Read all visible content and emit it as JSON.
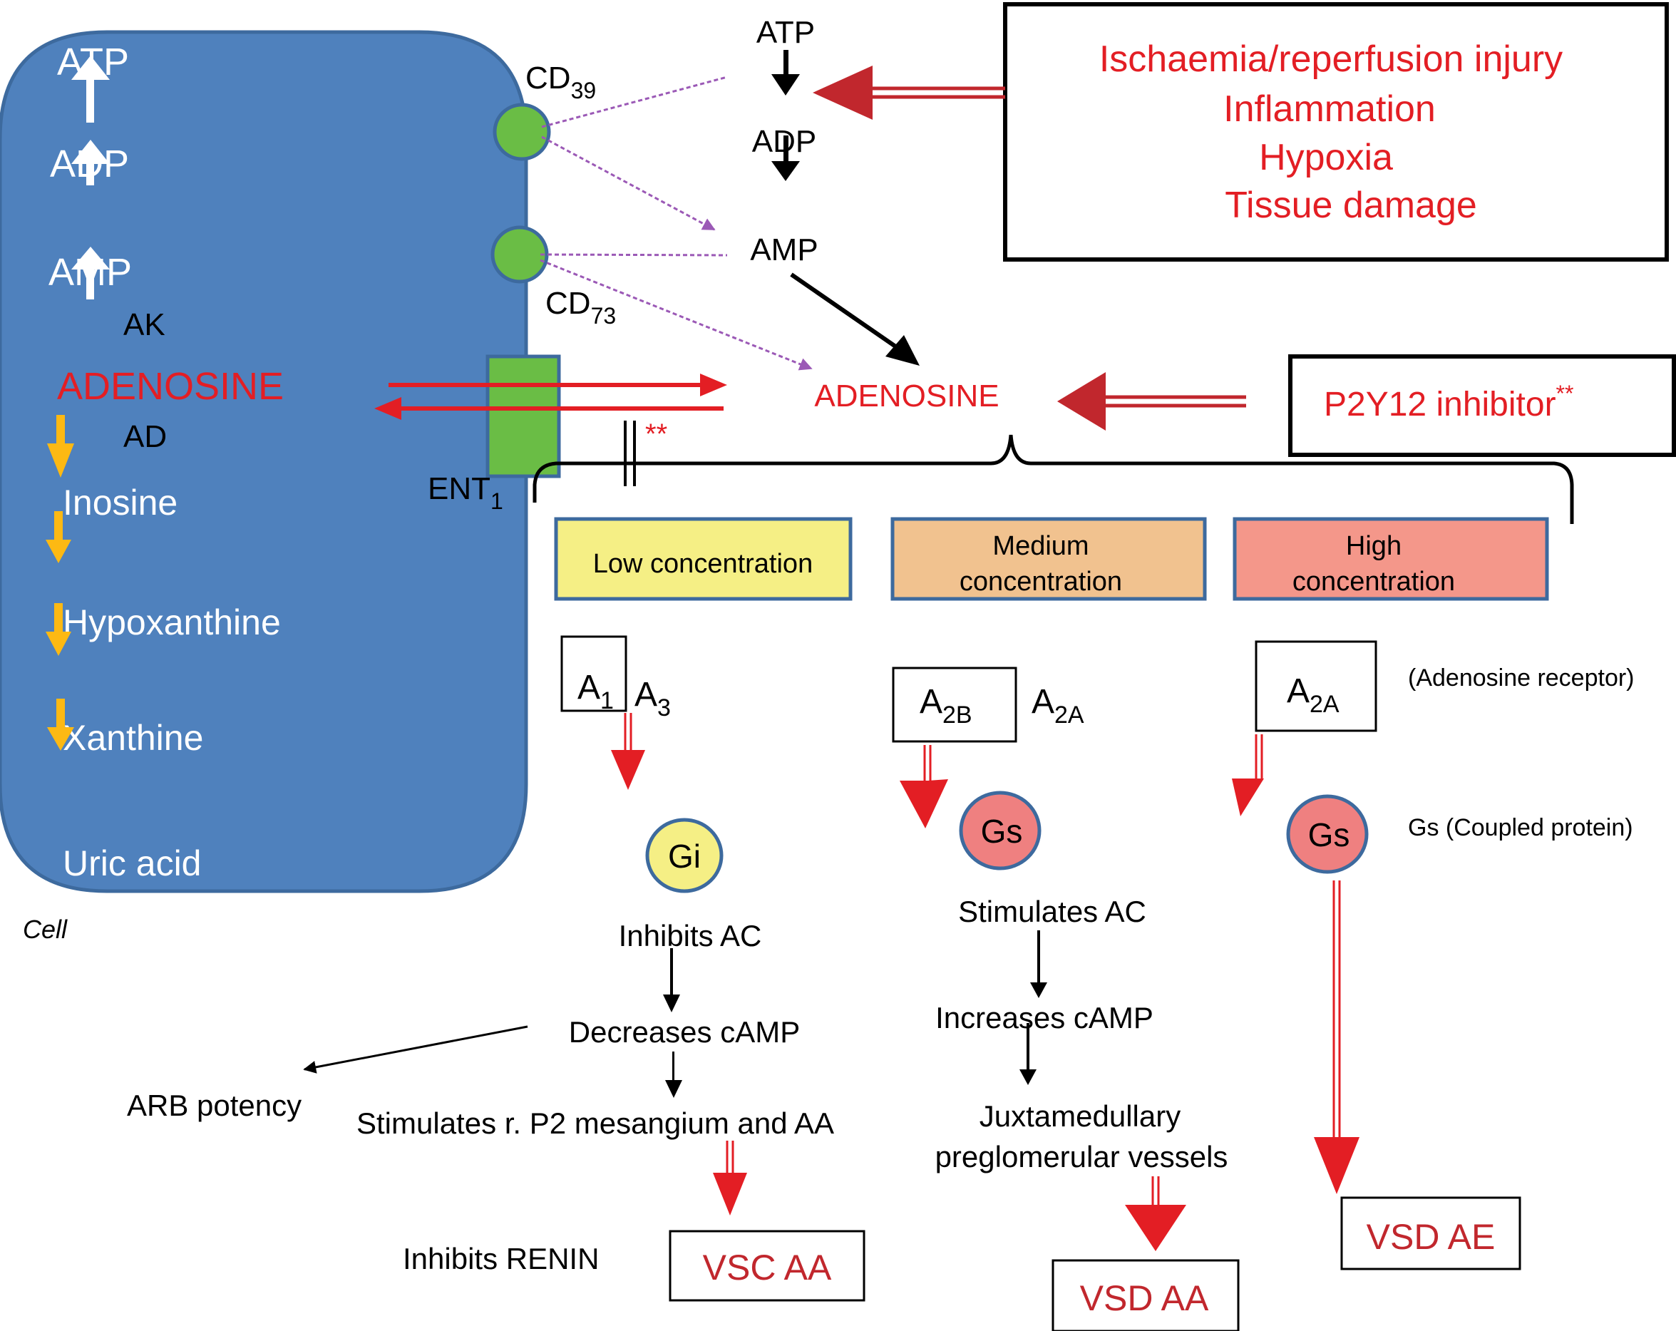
{
  "colors": {
    "cell_fill": "#4f81bd",
    "cell_stroke": "#3d6a9e",
    "enzyme_green": "#6abd45",
    "red": "#e31e24",
    "dark_red": "#c1272d",
    "orange_arrow": "#fdb913",
    "purple_dotted": "#9b59b6",
    "low_fill": "#f5ef85",
    "medium_fill": "#f1c28f",
    "high_fill": "#f4978a",
    "gi_fill": "#f5ef85",
    "gs_fill": "#ef8080"
  },
  "cell": {
    "label": "Cell",
    "pathway": {
      "atp": "ATP",
      "adp": "ADP",
      "amp": "AMP",
      "adenosine": "ADENOSINE",
      "inosine": "Inosine",
      "hypoxanthine": "Hypoxanthine",
      "xanthine": "Xanthine",
      "uric_acid": "Uric acid"
    },
    "enzymes": {
      "ak": "AK",
      "ad": "AD"
    }
  },
  "membrane": {
    "cd39": {
      "base": "CD",
      "sub": "39"
    },
    "cd73": {
      "base": "CD",
      "sub": "73"
    },
    "ent1": {
      "base": "ENT",
      "sub": "1"
    },
    "block_marker": "**"
  },
  "extracellular": {
    "atp": "ATP",
    "adp": "ADP",
    "amp": "AMP",
    "adenosine": "ADENOSINE"
  },
  "stimuli_box": {
    "lines": [
      "Ischaemia/reperfusion injury",
      "Inflammation",
      "Hypoxia",
      "Tissue damage"
    ]
  },
  "p2y12_box": {
    "label": "P2Y12 inhibitor",
    "sup": "**"
  },
  "concentrations": {
    "low": {
      "lines": [
        "Low concentration"
      ]
    },
    "medium": {
      "lines": [
        "Medium",
        "concentration"
      ]
    },
    "high": {
      "lines": [
        "High",
        "concentration"
      ]
    }
  },
  "low_branch": {
    "receptor_boxed": {
      "base": "A",
      "sub": "1"
    },
    "receptor_other": {
      "base": "A",
      "sub": "3"
    },
    "protein": "Gi",
    "step1": "Inhibits AC",
    "step2": "Decreases cAMP",
    "side_effect": "ARB potency",
    "step3": "Stimulates r. P2 mesangium and AA",
    "note": "Inhibits RENIN",
    "outcome": "VSC AA"
  },
  "medium_branch": {
    "receptor_boxed": {
      "base": "A",
      "sub": "2B"
    },
    "receptor_other": {
      "base": "A",
      "sub": "2A"
    },
    "protein": "Gs",
    "step1": "Stimulates AC",
    "step2": "Increases cAMP",
    "step3_lines": [
      "Juxtamedullary",
      "preglomerular vessels"
    ],
    "outcome": "VSD AA"
  },
  "high_branch": {
    "receptor_boxed": {
      "base": "A",
      "sub": "2A"
    },
    "receptor_caption": "(Adenosine receptor)",
    "protein": "Gs",
    "protein_caption": "Gs (Coupled protein)",
    "outcome": "VSD AE"
  }
}
